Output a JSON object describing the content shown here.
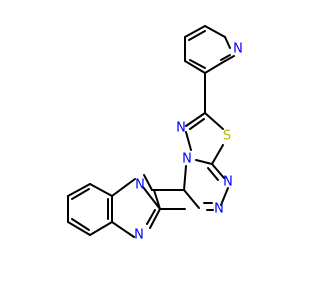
{
  "molecule": {
    "atoms": {
      "n_pyridine": {
        "symbol": "N",
        "color": "#0000ff"
      },
      "s_thiadiazole": {
        "symbol": "S",
        "color": "#b8b800"
      },
      "n_bridge": {
        "symbol": "N",
        "color": "#0000ff"
      },
      "n_thiadiazole": {
        "symbol": "N",
        "color": "#0000ff"
      },
      "n_triazole_1": {
        "symbol": "N",
        "color": "#0000ff"
      },
      "n_triazole_2": {
        "symbol": "N",
        "color": "#0000ff"
      },
      "n_benzimidazole_1": {
        "symbol": "N",
        "color": "#0000ff"
      },
      "n_benzimidazole_3": {
        "symbol": "N",
        "color": "#0000ff"
      }
    },
    "bond_color": "#000000",
    "background": "#ffffff"
  }
}
